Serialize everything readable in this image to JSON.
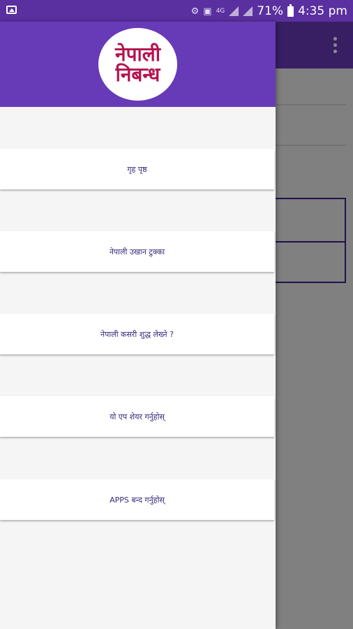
{
  "status_bar": {
    "battery_percent": "71%",
    "time": "4:35 pm",
    "network_label": "4G"
  },
  "drawer": {
    "logo": {
      "line1": "नेपाली",
      "line2": "निबन्ध"
    },
    "items": [
      {
        "label": "गृह पृष्ठ"
      },
      {
        "label": "नेपाली उखान टुक्का"
      },
      {
        "label": "नेपाली कसरी शुद्ध लेख्ने ?"
      },
      {
        "label": "यो एप शेयर गर्नुहोस्"
      },
      {
        "label": "APPS बन्द गर्नुहोस्"
      }
    ]
  },
  "colors": {
    "primary": "#673ab7",
    "status_bar": "#5a2f9f",
    "logo_text": "#b5124f",
    "menu_text": "#3a2a7c"
  }
}
